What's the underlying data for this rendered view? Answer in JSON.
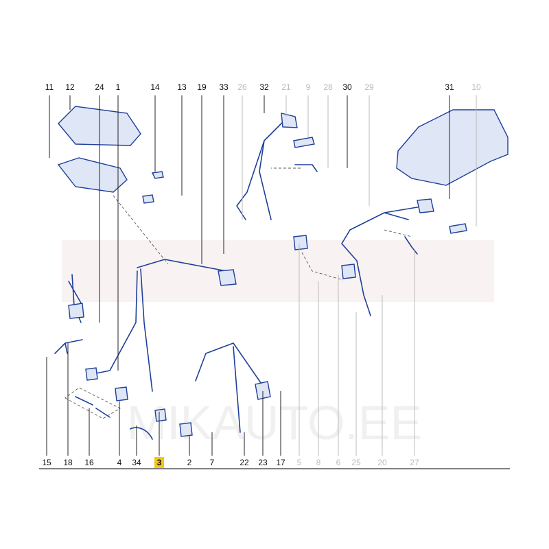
{
  "diagram": {
    "colors": {
      "part": "#1f3f9a",
      "highlight": "#f5c518",
      "inactive": "#bbbbbb"
    },
    "watermark": "MIKAUTO.EE",
    "top_labels": [
      {
        "num": "11",
        "state": "normal"
      },
      {
        "num": "12",
        "state": "normal"
      },
      {
        "num": "24",
        "state": "normal"
      },
      {
        "num": "1",
        "state": "normal"
      },
      {
        "num": "14",
        "state": "normal"
      },
      {
        "num": "13",
        "state": "normal"
      },
      {
        "num": "19",
        "state": "normal"
      },
      {
        "num": "33",
        "state": "normal"
      },
      {
        "num": "26",
        "state": "gray"
      },
      {
        "num": "32",
        "state": "normal"
      },
      {
        "num": "21",
        "state": "gray"
      },
      {
        "num": "9",
        "state": "gray"
      },
      {
        "num": "28",
        "state": "gray"
      },
      {
        "num": "30",
        "state": "normal"
      },
      {
        "num": "29",
        "state": "gray"
      },
      {
        "num": "31",
        "state": "normal"
      },
      {
        "num": "10",
        "state": "gray"
      }
    ],
    "bottom_labels": [
      {
        "num": "15",
        "state": "normal"
      },
      {
        "num": "18",
        "state": "normal"
      },
      {
        "num": "16",
        "state": "normal"
      },
      {
        "num": "4",
        "state": "normal"
      },
      {
        "num": "34",
        "state": "normal"
      },
      {
        "num": "3",
        "state": "highlight"
      },
      {
        "num": "2",
        "state": "normal"
      },
      {
        "num": "7",
        "state": "normal"
      },
      {
        "num": "22",
        "state": "normal"
      },
      {
        "num": "23",
        "state": "normal"
      },
      {
        "num": "17",
        "state": "normal"
      },
      {
        "num": "5",
        "state": "gray"
      },
      {
        "num": "8",
        "state": "gray"
      },
      {
        "num": "6",
        "state": "gray"
      },
      {
        "num": "25",
        "state": "gray"
      },
      {
        "num": "20",
        "state": "gray"
      },
      {
        "num": "27",
        "state": "gray"
      }
    ]
  }
}
